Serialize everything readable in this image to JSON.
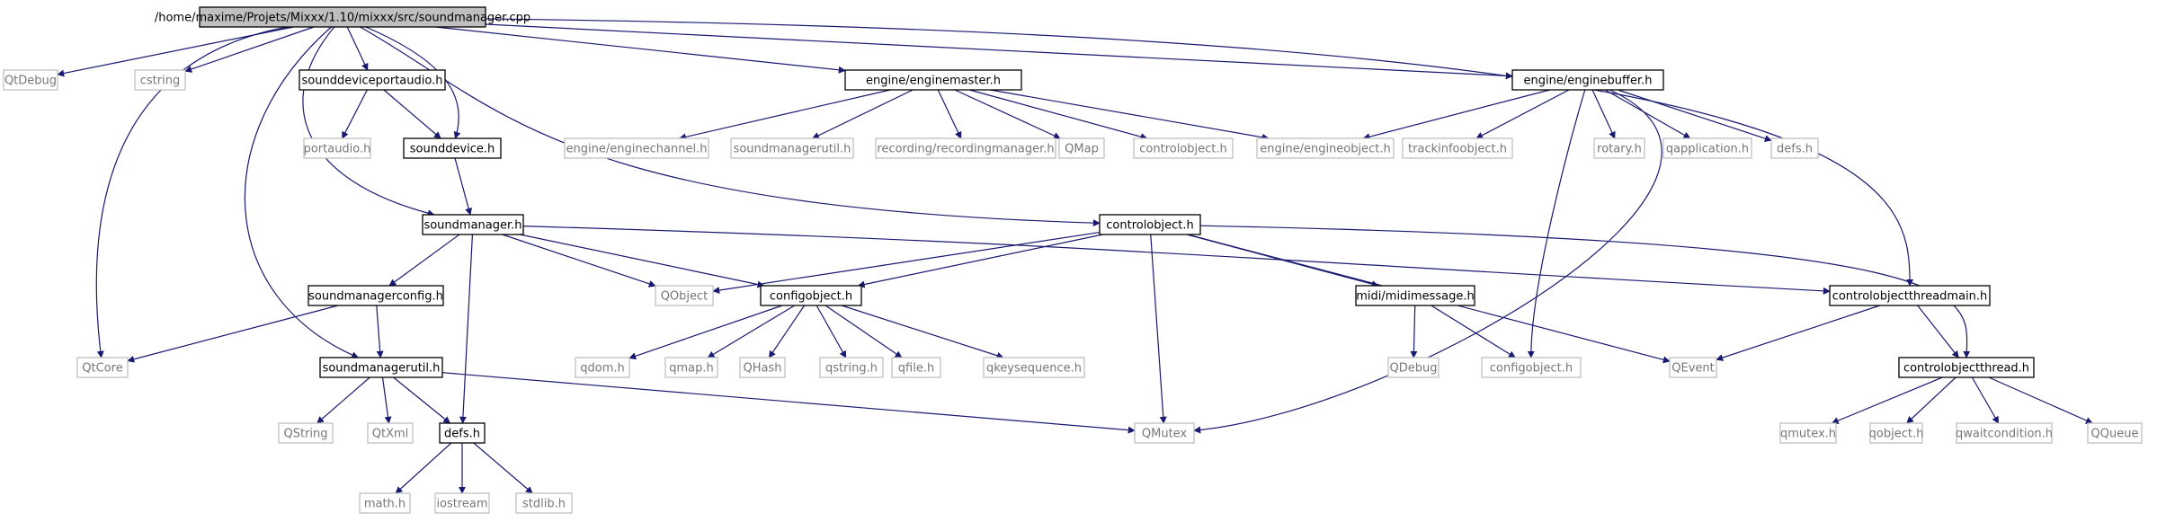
{
  "diagram": {
    "colors": {
      "edge": "#191970",
      "linked_node_border": "#000000",
      "external_node_border": "#bfbfbf",
      "root_node_fill": "#bfbfbf",
      "node_fill": "#ffffff",
      "linked_text": "#000000",
      "external_text": "#777777"
    },
    "root": "n_root",
    "nodes": [
      {
        "id": "n_root",
        "label": "/home/maxime/Projets/Mixxx/1.10/mixxx/src/soundmanager.cpp",
        "kind": "root"
      },
      {
        "id": "n_qtdebug",
        "label": "QtDebug",
        "kind": "external"
      },
      {
        "id": "n_cstring",
        "label": "cstring",
        "kind": "external"
      },
      {
        "id": "n_sdpa",
        "label": "sounddeviceportaudio.h",
        "kind": "linked"
      },
      {
        "id": "n_em",
        "label": "engine/enginemaster.h",
        "kind": "linked"
      },
      {
        "id": "n_eb",
        "label": "engine/enginebuffer.h",
        "kind": "linked"
      },
      {
        "id": "n_portaudio",
        "label": "portaudio.h",
        "kind": "external"
      },
      {
        "id": "n_sd",
        "label": "sounddevice.h",
        "kind": "linked"
      },
      {
        "id": "n_ech",
        "label": "engine/enginechannel.h",
        "kind": "external"
      },
      {
        "id": "n_smu_plain",
        "label": "soundmanagerutil.h",
        "kind": "external"
      },
      {
        "id": "n_recmgr",
        "label": "recording/recordingmanager.h",
        "kind": "external"
      },
      {
        "id": "n_qmap",
        "label": "QMap",
        "kind": "external"
      },
      {
        "id": "n_co_plain",
        "label": "controlobject.h",
        "kind": "external"
      },
      {
        "id": "n_eo",
        "label": "engine/engineobject.h",
        "kind": "external"
      },
      {
        "id": "n_tio",
        "label": "trackinfoobject.h",
        "kind": "external"
      },
      {
        "id": "n_rotary",
        "label": "rotary.h",
        "kind": "external"
      },
      {
        "id": "n_qapp",
        "label": "qapplication.h",
        "kind": "external"
      },
      {
        "id": "n_defs_plain",
        "label": "defs.h",
        "kind": "external"
      },
      {
        "id": "n_sm",
        "label": "soundmanager.h",
        "kind": "linked"
      },
      {
        "id": "n_co",
        "label": "controlobject.h",
        "kind": "linked"
      },
      {
        "id": "n_smc",
        "label": "soundmanagerconfig.h",
        "kind": "linked"
      },
      {
        "id": "n_qobject",
        "label": "QObject",
        "kind": "external"
      },
      {
        "id": "n_cfg",
        "label": "configobject.h",
        "kind": "linked"
      },
      {
        "id": "n_midi",
        "label": "midi/midimessage.h",
        "kind": "linked"
      },
      {
        "id": "n_cotm",
        "label": "controlobjectthreadmain.h",
        "kind": "linked"
      },
      {
        "id": "n_qtcore",
        "label": "QtCore",
        "kind": "external"
      },
      {
        "id": "n_smu",
        "label": "soundmanagerutil.h",
        "kind": "linked"
      },
      {
        "id": "n_qdom",
        "label": "qdom.h",
        "kind": "external"
      },
      {
        "id": "n_qmaph",
        "label": "qmap.h",
        "kind": "external"
      },
      {
        "id": "n_qhash",
        "label": "QHash",
        "kind": "external"
      },
      {
        "id": "n_qstringh",
        "label": "qstring.h",
        "kind": "external"
      },
      {
        "id": "n_qfile",
        "label": "qfile.h",
        "kind": "external"
      },
      {
        "id": "n_qkey",
        "label": "qkeysequence.h",
        "kind": "external"
      },
      {
        "id": "n_qdebug",
        "label": "QDebug",
        "kind": "external"
      },
      {
        "id": "n_cfg_plain",
        "label": "configobject.h",
        "kind": "external"
      },
      {
        "id": "n_qevent",
        "label": "QEvent",
        "kind": "external"
      },
      {
        "id": "n_cot",
        "label": "controlobjectthread.h",
        "kind": "linked"
      },
      {
        "id": "n_qstring",
        "label": "QString",
        "kind": "external"
      },
      {
        "id": "n_qtxml",
        "label": "QtXml",
        "kind": "external"
      },
      {
        "id": "n_defs",
        "label": "defs.h",
        "kind": "linked"
      },
      {
        "id": "n_qmutex",
        "label": "QMutex",
        "kind": "external"
      },
      {
        "id": "n_qmutexh",
        "label": "qmutex.h",
        "kind": "external"
      },
      {
        "id": "n_qobjecth",
        "label": "qobject.h",
        "kind": "external"
      },
      {
        "id": "n_qwait",
        "label": "qwaitcondition.h",
        "kind": "external"
      },
      {
        "id": "n_qqueue",
        "label": "QQueue",
        "kind": "external"
      },
      {
        "id": "n_math",
        "label": "math.h",
        "kind": "external"
      },
      {
        "id": "n_iostream",
        "label": "iostream",
        "kind": "external"
      },
      {
        "id": "n_stdlib",
        "label": "stdlib.h",
        "kind": "external"
      }
    ],
    "edges": [
      [
        "n_root",
        "n_qtdebug"
      ],
      [
        "n_root",
        "n_cstring"
      ],
      [
        "n_root",
        "n_sdpa"
      ],
      [
        "n_root",
        "n_sd"
      ],
      [
        "n_root",
        "n_em"
      ],
      [
        "n_root",
        "n_eb"
      ],
      [
        "n_root",
        "n_cotm"
      ],
      [
        "n_root",
        "n_co"
      ],
      [
        "n_root",
        "n_sm"
      ],
      [
        "n_root",
        "n_smu"
      ],
      [
        "n_root",
        "n_qtcore"
      ],
      [
        "n_sdpa",
        "n_portaudio"
      ],
      [
        "n_sdpa",
        "n_sd"
      ],
      [
        "n_sd",
        "n_sm"
      ],
      [
        "n_em",
        "n_ech"
      ],
      [
        "n_em",
        "n_smu_plain"
      ],
      [
        "n_em",
        "n_recmgr"
      ],
      [
        "n_em",
        "n_qmap"
      ],
      [
        "n_em",
        "n_co_plain"
      ],
      [
        "n_em",
        "n_eo"
      ],
      [
        "n_eb",
        "n_eo"
      ],
      [
        "n_eb",
        "n_tio"
      ],
      [
        "n_eb",
        "n_rotary"
      ],
      [
        "n_eb",
        "n_qapp"
      ],
      [
        "n_eb",
        "n_defs_plain"
      ],
      [
        "n_eb",
        "n_cfg_plain"
      ],
      [
        "n_eb",
        "n_qmutex"
      ],
      [
        "n_sm",
        "n_smc"
      ],
      [
        "n_sm",
        "n_qobject"
      ],
      [
        "n_sm",
        "n_cfg"
      ],
      [
        "n_sm",
        "n_cotm"
      ],
      [
        "n_sm",
        "n_defs"
      ],
      [
        "n_co",
        "n_qobject"
      ],
      [
        "n_co",
        "n_cfg"
      ],
      [
        "n_co",
        "n_midi"
      ],
      [
        "n_co",
        "n_qmutex"
      ],
      [
        "n_co",
        "n_qevent"
      ],
      [
        "n_co",
        "n_cot"
      ],
      [
        "n_smc",
        "n_qtcore"
      ],
      [
        "n_smc",
        "n_smu"
      ],
      [
        "n_smu",
        "n_qstring"
      ],
      [
        "n_smu",
        "n_qtxml"
      ],
      [
        "n_smu",
        "n_defs"
      ],
      [
        "n_smu",
        "n_qmutex"
      ],
      [
        "n_cfg",
        "n_qdom"
      ],
      [
        "n_cfg",
        "n_qmaph"
      ],
      [
        "n_cfg",
        "n_qhash"
      ],
      [
        "n_cfg",
        "n_qstringh"
      ],
      [
        "n_cfg",
        "n_qfile"
      ],
      [
        "n_cfg",
        "n_qkey"
      ],
      [
        "n_midi",
        "n_qdebug"
      ],
      [
        "n_midi",
        "n_cfg_plain"
      ],
      [
        "n_cotm",
        "n_qevent"
      ],
      [
        "n_cotm",
        "n_cot"
      ],
      [
        "n_cot",
        "n_qmutexh"
      ],
      [
        "n_cot",
        "n_qobjecth"
      ],
      [
        "n_cot",
        "n_qwait"
      ],
      [
        "n_cot",
        "n_qqueue"
      ],
      [
        "n_defs",
        "n_math"
      ],
      [
        "n_defs",
        "n_iostream"
      ],
      [
        "n_defs",
        "n_stdlib"
      ]
    ]
  }
}
